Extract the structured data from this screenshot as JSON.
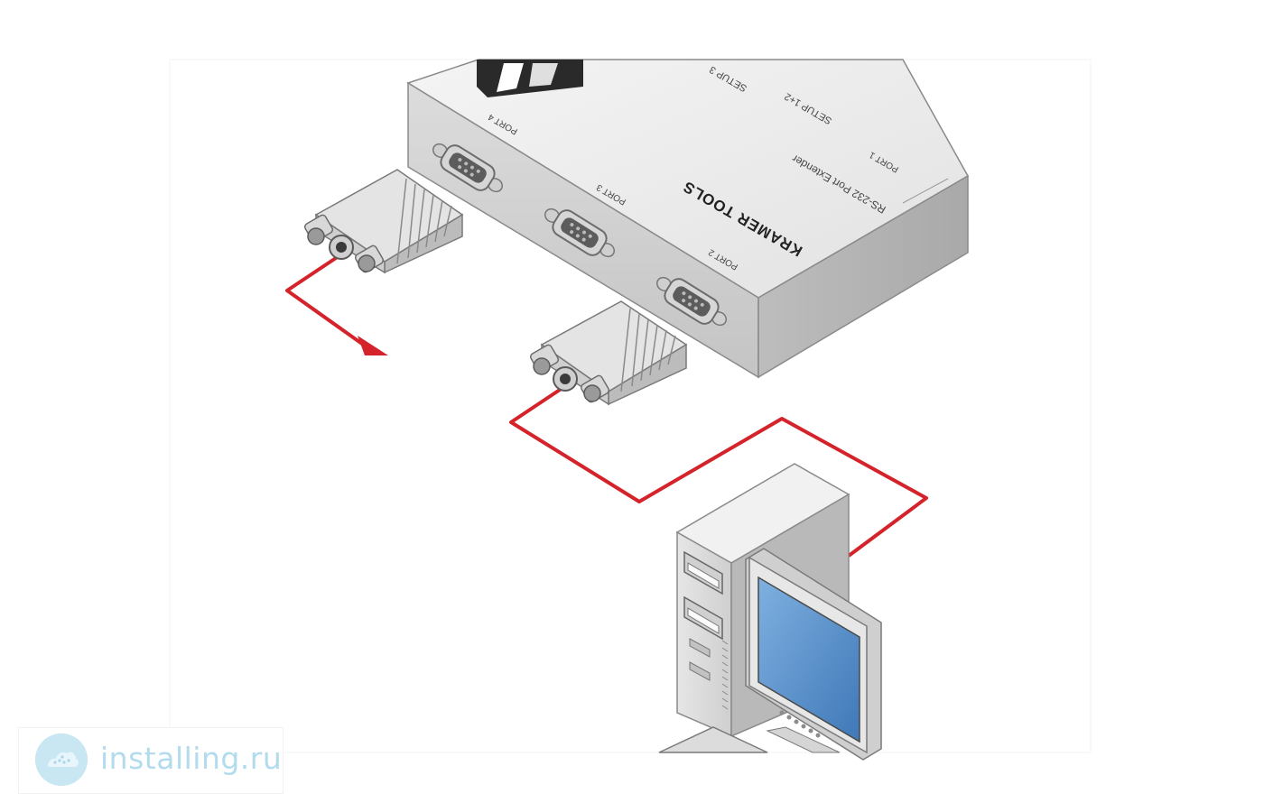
{
  "device": {
    "brand": "KRAMER TOOLS",
    "model": "RS-232 Port Extender",
    "setup_labels": [
      "SETUP 3",
      "SETUP 1+2"
    ],
    "ports": [
      "PORT 1",
      "PORT 2",
      "PORT 3",
      "PORT 4"
    ]
  },
  "colors": {
    "cable": "#d4232a",
    "device_top": "#ededed",
    "screen": "#5a93cc"
  },
  "watermark": {
    "text": "installing.ru",
    "logo_icon": "globe-cloud-icon"
  }
}
